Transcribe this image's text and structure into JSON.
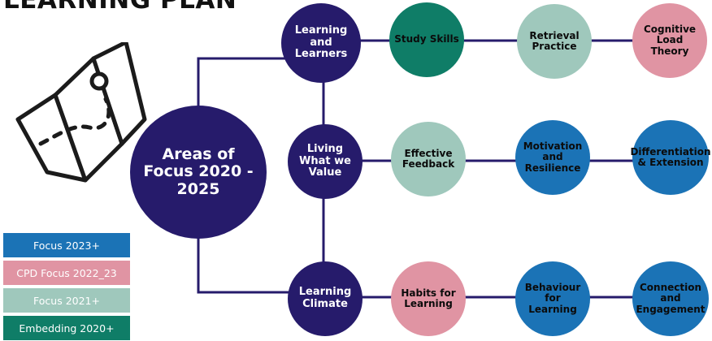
{
  "title": "LEARNING PLAN",
  "colors": {
    "navy": "#261b6b",
    "dark_green": "#0f7d67",
    "sage": "#9fc8bc",
    "pink": "#e094a3",
    "blue": "#1b73b6",
    "line": "#261b6b"
  },
  "center": "Areas of Focus 2020 - 2025",
  "branches": [
    {
      "label": "Learning and Learners",
      "nodes": [
        {
          "label": "Study Skills",
          "color": "dark_green"
        },
        {
          "label": "Retrieval Practice",
          "color": "sage"
        },
        {
          "label": "Cognitive Load Theory",
          "color": "pink"
        }
      ]
    },
    {
      "label": "Living What we Value",
      "nodes": [
        {
          "label": "Effective Feedback",
          "color": "sage"
        },
        {
          "label": "Motivation and Resilience",
          "color": "blue"
        },
        {
          "label": "Differentiation & Extension",
          "color": "blue"
        }
      ]
    },
    {
      "label": "Learning Climate",
      "nodes": [
        {
          "label": "Habits for Learning",
          "color": "pink"
        },
        {
          "label": "Behaviour for Learning",
          "color": "blue"
        },
        {
          "label": "Connection and Engagement",
          "color": "blue"
        }
      ]
    }
  ],
  "legend": [
    {
      "label": "Focus 2023+",
      "color": "blue"
    },
    {
      "label": "CPD Focus 2022_23",
      "color": "pink"
    },
    {
      "label": "Focus 2021+",
      "color": "sage"
    },
    {
      "label": "Embedding 2020+",
      "color": "dark_green"
    }
  ],
  "icon": "folded-map-icon"
}
